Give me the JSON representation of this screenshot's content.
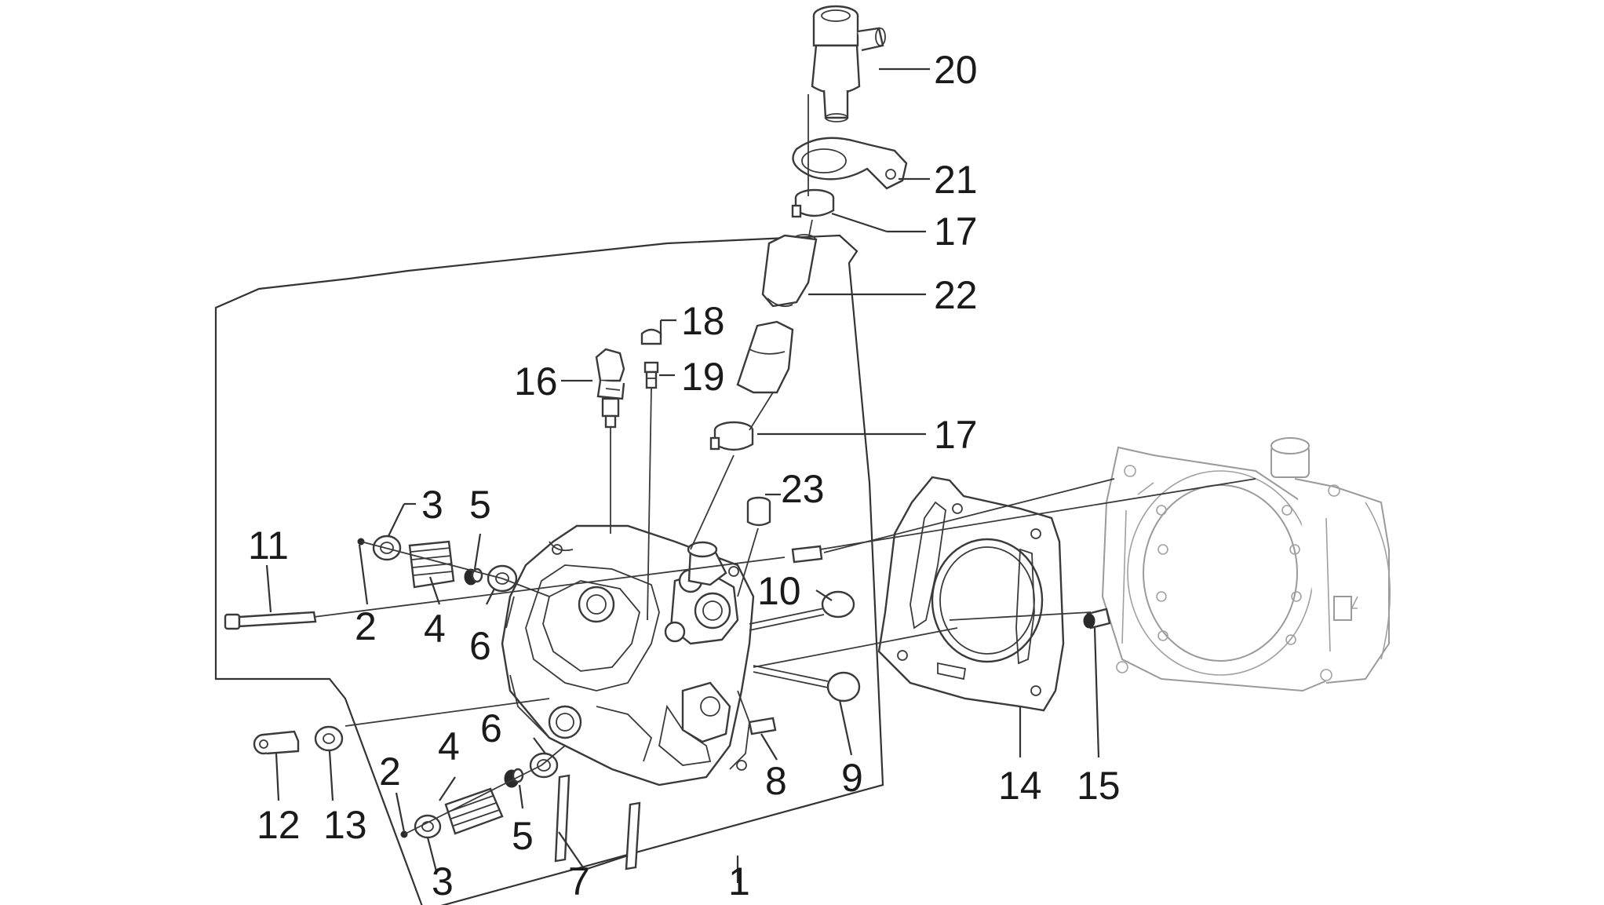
{
  "labels": {
    "p1": "1",
    "p2a": "2",
    "p2b": "2",
    "p3a": "3",
    "p3b": "3",
    "p4a": "4",
    "p4b": "4",
    "p5a": "5",
    "p5b": "5",
    "p6a": "6",
    "p6b": "6",
    "p7": "7",
    "p8": "8",
    "p9": "9",
    "p10": "10",
    "p11": "11",
    "p12": "12",
    "p13": "13",
    "p14": "14",
    "p15": "15",
    "p16": "16",
    "p17a": "17",
    "p17b": "17",
    "p18": "18",
    "p19": "19",
    "p20": "20",
    "p21": "21",
    "p22": "22",
    "p23": "23"
  }
}
